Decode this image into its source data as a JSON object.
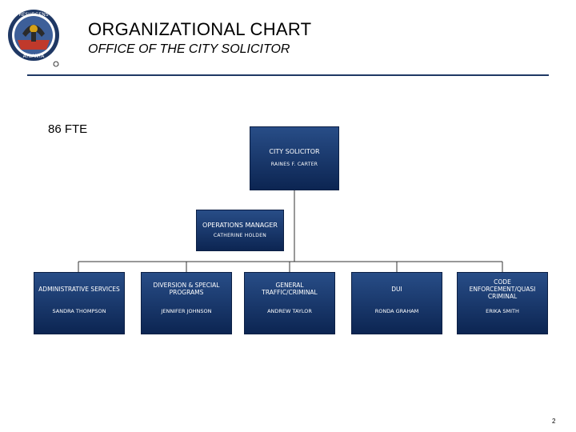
{
  "header": {
    "title": "ORGANIZATIONAL CHART",
    "subtitle": "OFFICE OF THE CITY SOLICITOR",
    "seal": {
      "icon": "city-of-atlanta-seal-icon",
      "primary_color": "#1f3864",
      "accent_color": "#c0392b",
      "text_top": "RESURGENS",
      "text_bottom": "ATLANTA"
    }
  },
  "fte": "86 FTE",
  "org": {
    "head": {
      "title": "CITY SOLICITOR",
      "name": "RAINES F. CARTER"
    },
    "manager": {
      "title": "OPERATIONS MANAGER",
      "name": "CATHERINE HOLDEN"
    },
    "divisions": [
      {
        "title": "ADMINISTRATIVE SERVICES",
        "name": "SANDRA THOMPSON"
      },
      {
        "title": "DIVERSION & SPECIAL PROGRAMS",
        "name": "JENNIFER JOHNSON"
      },
      {
        "title": "GENERAL TRAFFIC/CRIMINAL",
        "name": "ANDREW TAYLOR"
      },
      {
        "title": "DUI",
        "name": "RONDA GRAHAM"
      },
      {
        "title": "CODE ENFORCEMENT/QUASI CRIMINAL",
        "name": "ERIKA SMITH"
      }
    ]
  },
  "colors": {
    "box_top": "#284d87",
    "box_bottom": "#0c2552",
    "rule": "#1f3864",
    "connector": "#333333"
  },
  "page_number": "2"
}
